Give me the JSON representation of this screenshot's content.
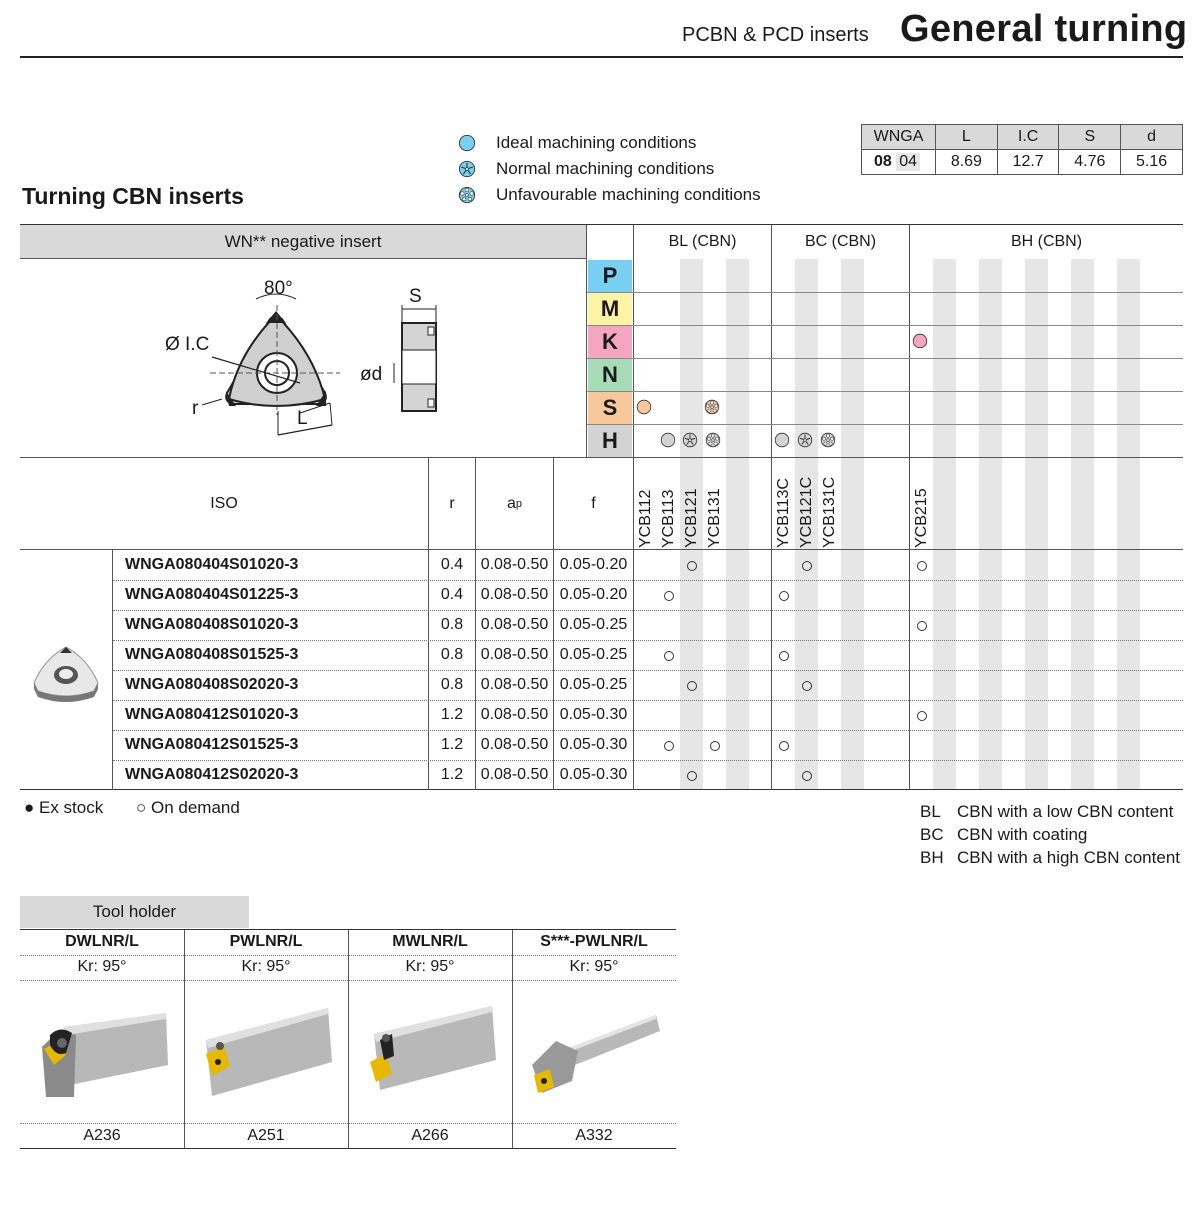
{
  "header": {
    "subtitle": "PCBN & PCD inserts",
    "title": "General turning"
  },
  "section_title": "Turning CBN inserts",
  "legend": [
    {
      "icon": "ideal-condition-icon",
      "label": "Ideal machining conditions"
    },
    {
      "icon": "normal-condition-icon",
      "label": "Normal machining conditions"
    },
    {
      "icon": "unfavourable-condition-icon",
      "label": "Unfavourable machining conditions"
    }
  ],
  "dims": {
    "headers": [
      "WNGA",
      "L",
      "I.C",
      "S",
      "d"
    ],
    "size_code": "08",
    "thickness_code": "04",
    "values": [
      "8.69",
      "12.7",
      "4.76",
      "5.16"
    ]
  },
  "insert_header": "WN** negative insert",
  "diagram": {
    "angle": "80°",
    "ic": "Ø I.C",
    "r": "r",
    "l": "L",
    "s": "S",
    "d": "ød"
  },
  "groups": [
    "BL (CBN)",
    "BC (CBN)",
    "BH (CBN)"
  ],
  "materials": [
    {
      "letter": "P",
      "color": "#79cff2"
    },
    {
      "letter": "M",
      "color": "#fff3a6"
    },
    {
      "letter": "K",
      "color": "#f4a6c0"
    },
    {
      "letter": "N",
      "color": "#a8dcb9"
    },
    {
      "letter": "S",
      "color": "#f7c89b"
    },
    {
      "letter": "H",
      "color": "#d3d3d3"
    }
  ],
  "columns": {
    "iso": "ISO",
    "r": "r",
    "ap": "a",
    "ap_sub": "p",
    "f": "f",
    "grades": [
      "YCB112",
      "YCB113",
      "YCB121",
      "YCB131",
      "YCB113C",
      "YCB121C",
      "YCB131C",
      "YCB215"
    ]
  },
  "rows": [
    {
      "code": "WNGA080404S01020-3",
      "r": "0.4",
      "ap": "0.08-0.50",
      "f": "0.05-0.20"
    },
    {
      "code": "WNGA080404S01225-3",
      "r": "0.4",
      "ap": "0.08-0.50",
      "f": "0.05-0.20"
    },
    {
      "code": "WNGA080408S01020-3",
      "r": "0.8",
      "ap": "0.08-0.50",
      "f": "0.05-0.25"
    },
    {
      "code": "WNGA080408S01525-3",
      "r": "0.8",
      "ap": "0.08-0.50",
      "f": "0.05-0.25"
    },
    {
      "code": "WNGA080408S02020-3",
      "r": "0.8",
      "ap": "0.08-0.50",
      "f": "0.05-0.25"
    },
    {
      "code": "WNGA080412S01020-3",
      "r": "1.2",
      "ap": "0.08-0.50",
      "f": "0.05-0.30"
    },
    {
      "code": "WNGA080412S01525-3",
      "r": "1.2",
      "ap": "0.08-0.50",
      "f": "0.05-0.30"
    },
    {
      "code": "WNGA080412S02020-3",
      "r": "1.2",
      "ap": "0.08-0.50",
      "f": "0.05-0.30"
    }
  ],
  "availability_legend": {
    "ex_stock": "● Ex stock",
    "on_demand": "○ On demand"
  },
  "grade_legend": [
    {
      "code": "BL",
      "text": "CBN with a low CBN content"
    },
    {
      "code": "BC",
      "text": "CBN with coating"
    },
    {
      "code": "BH",
      "text": "CBN with a high CBN content"
    }
  ],
  "tool_holder": {
    "label": "Tool holder",
    "items": [
      {
        "name": "DWLNR/L",
        "kr": "Kr: 95°",
        "page": "A236"
      },
      {
        "name": "PWLNR/L",
        "kr": "Kr: 95°",
        "page": "A251"
      },
      {
        "name": "MWLNR/L",
        "kr": "Kr: 95°",
        "page": "A266"
      },
      {
        "name": "S***-PWLNR/L",
        "kr": "Kr: 95°",
        "page": "A332"
      }
    ]
  }
}
